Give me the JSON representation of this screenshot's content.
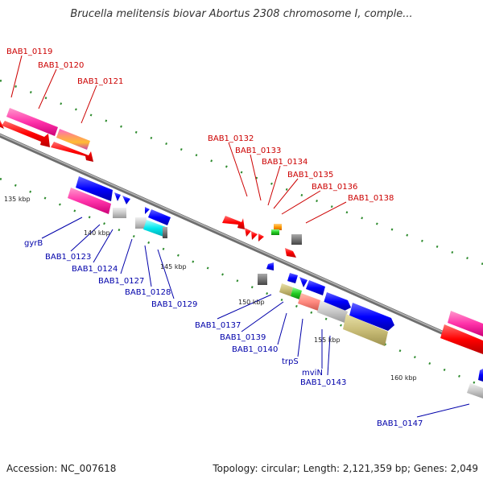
{
  "title": "Brucella melitensis biovar Abortus 2308 chromosome I, comple...",
  "footer": {
    "accession": "Accession: NC_007618",
    "topology": "Topology: circular; Length: 2,121,359 bp; Genes: 2,049"
  },
  "colors": {
    "forward_label": "#cc0000",
    "reverse_label": "#0000aa",
    "backbone": "#888888",
    "grid_dots": "#2e8b2e"
  },
  "scale_labels": [
    {
      "id": "kbp135",
      "text": "135 kbp"
    },
    {
      "id": "kbp140",
      "text": "140 kbp"
    },
    {
      "id": "kbp145",
      "text": "145 kbp"
    },
    {
      "id": "kbp150",
      "text": "150 kbp"
    },
    {
      "id": "kbp155",
      "text": "155 kbp"
    },
    {
      "id": "kbp160",
      "text": "160 kbp"
    }
  ],
  "forward_genes": [
    {
      "id": "BAB1_0119",
      "label": "BAB1_0119"
    },
    {
      "id": "BAB1_0120",
      "label": "BAB1_0120"
    },
    {
      "id": "BAB1_0121",
      "label": "BAB1_0121"
    },
    {
      "id": "BAB1_0132",
      "label": "BAB1_0132"
    },
    {
      "id": "BAB1_0133",
      "label": "BAB1_0133"
    },
    {
      "id": "BAB1_0134",
      "label": "BAB1_0134"
    },
    {
      "id": "BAB1_0135",
      "label": "BAB1_0135"
    },
    {
      "id": "BAB1_0136",
      "label": "BAB1_0136"
    },
    {
      "id": "BAB1_0138",
      "label": "BAB1_0138"
    }
  ],
  "reverse_genes": [
    {
      "id": "gyrB",
      "label": "gyrB"
    },
    {
      "id": "BAB1_0123",
      "label": "BAB1_0123"
    },
    {
      "id": "BAB1_0124",
      "label": "BAB1_0124"
    },
    {
      "id": "BAB1_0127",
      "label": "BAB1_0127"
    },
    {
      "id": "BAB1_0128",
      "label": "BAB1_0128"
    },
    {
      "id": "BAB1_0129",
      "label": "BAB1_0129"
    },
    {
      "id": "BAB1_0137",
      "label": "BAB1_0137"
    },
    {
      "id": "BAB1_0139",
      "label": "BAB1_0139"
    },
    {
      "id": "BAB1_0140",
      "label": "BAB1_0140"
    },
    {
      "id": "trpS",
      "label": "trpS"
    },
    {
      "id": "mviN",
      "label": "mviN"
    },
    {
      "id": "BAB1_0143",
      "label": "BAB1_0143"
    },
    {
      "id": "BAB1_0147",
      "label": "BAB1_0147"
    }
  ]
}
